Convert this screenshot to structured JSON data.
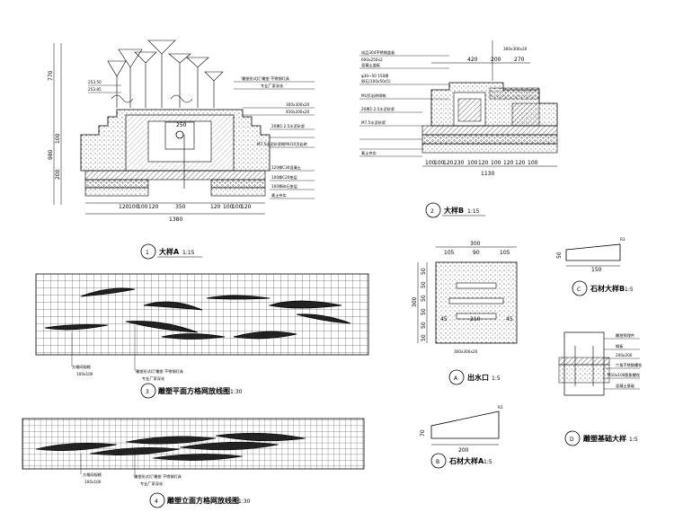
{
  "detail_a": {
    "title": "大样A",
    "scale": "1:15",
    "number": "1",
    "heights": [
      "770",
      "980",
      "100",
      "100",
      "200",
      "100"
    ],
    "widths": [
      "120",
      "100",
      "100",
      "120",
      "350",
      "120",
      "100",
      "100",
      "120"
    ],
    "total_width": "1380",
    "labels": [
      "'雕塑形式灯'雕塑 不锈钢灯具",
      "专业厂家深化",
      "300x300x20",
      "450x200x20",
      "20厚1:2.5水泥砂浆",
      "M7.5水泥砂浆砌MU10页岩砖",
      "120厚C30混凝土",
      "100厚C20垫层",
      "100厚碎石垫层",
      "素土夯实"
    ],
    "levels": [
      "253.50",
      "253.85"
    ],
    "inner_dim": "250"
  },
  "detail_b": {
    "title": "大样B",
    "scale": "1:15",
    "number": "2",
    "top_dims": [
      "420",
      "200",
      "270"
    ],
    "top_label": "300x300x20",
    "bottom_dims": [
      "100",
      "100",
      "120",
      "230",
      "100",
      "120",
      "100",
      "120",
      "120",
      "100"
    ],
    "total_width": "1130",
    "left_labels": [
      "成品304不锈钢盖板",
      "600x250x2",
      "混凝土盖板",
      "φ30~50 150厚",
      "卵石(100x50x5)",
      "MU页岩砖砌筑",
      "20厚1:2.5水泥砂浆",
      "M7.5水泥砂浆",
      "素土夯实"
    ]
  },
  "detail_outlet": {
    "title": "出水口",
    "scale": "1:5",
    "letter": "A",
    "top_dims": [
      "105",
      "90",
      "105"
    ],
    "overall": "300",
    "side_dims": [
      "50",
      "50",
      "50",
      "50",
      "50",
      "50"
    ],
    "side_total": "300",
    "slot_dims": [
      "45",
      "210",
      "45"
    ],
    "bottom_label": "300x300x20"
  },
  "detail_c": {
    "title": "石材大样B",
    "scale": "1:5",
    "letter": "C",
    "dims": [
      "150",
      "50",
      "R3"
    ]
  },
  "detail_b_small": {
    "title": "石材大样A",
    "scale": "1:5",
    "letter": "B",
    "dims": [
      "200",
      "70",
      "R3"
    ]
  },
  "detail_d": {
    "title": "雕塑基础大样",
    "scale": "1:5",
    "letter": "D",
    "labels": [
      "雕塑预埋件",
      "钢板",
      "200x200",
      "六角不锈钢螺栓",
      "M10x100膨胀螺栓",
      "混凝土基础"
    ]
  },
  "plan_grid": {
    "title": "雕塑平面方格网放线图",
    "scale": "1:30",
    "number": "3",
    "notes": [
      "方格网规格",
      "100x100",
      "'雕塑形式灯'雕塑 不锈钢灯具",
      "专业厂家深化"
    ]
  },
  "elev_grid": {
    "title": "雕塑立面方格网放线图",
    "scale": "1:30",
    "number": "4",
    "notes": [
      "方格网规格",
      "100x100",
      "'雕塑形式灯'雕塑 不锈钢灯具",
      "专业厂家深化"
    ]
  }
}
